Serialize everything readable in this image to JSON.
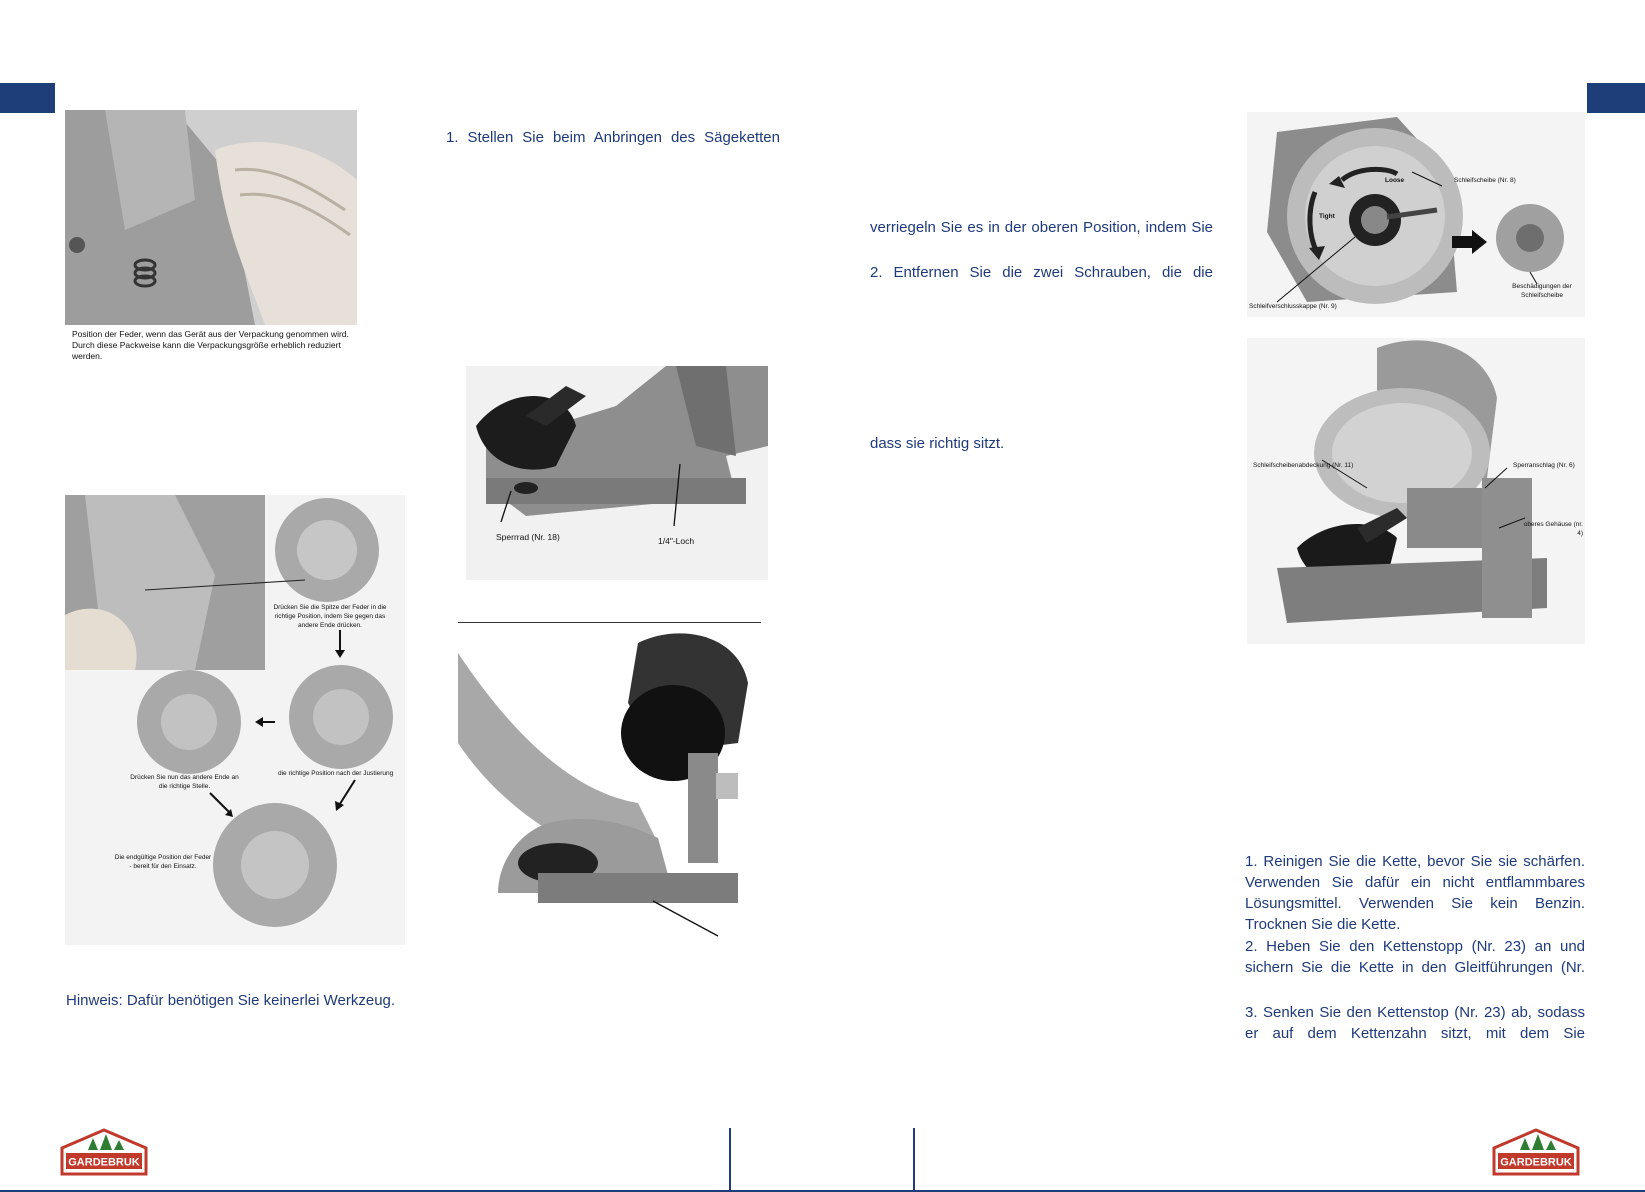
{
  "left_page": {
    "caption_spring": "Position der Feder, wenn das Gerät aus der Verpackung genommen wird. Durch diese Packweise kann die Verpackungsgröße erheblich reduziert werden.",
    "spring_steps": {
      "step1": "Drücken Sie die Spitze der Feder in die richtige Position, indem Sie gegen das andere Ende drücken.",
      "step2": "die richtige Position nach der Justierung",
      "step3": "Drücken Sie nun das andere Ende an die richtige Stelle.",
      "step4": "Die endgültige Position der Feder - bereit für den Einsatz."
    },
    "note": "Hinweis: Dafür benötigen Sie keinerlei Werkzeug.",
    "step1_text": "1.  Stellen  Sie  beim  Anbringen  des  Sägeketten",
    "label_sperrrad": "Sperrrad (Nr. 18)",
    "label_loch": "1/4\"-Loch"
  },
  "right_page": {
    "line_verriegeln": "verriegeln Sie es in der oberen Position, indem Sie",
    "line_entfernen": "2.  Entfernen  Sie  die  zwei  Schrauben,  die  die",
    "line_dass": "dass sie richtig sitzt.",
    "fig1": {
      "loose": "Loose",
      "tight": "Tight",
      "schleifscheibe": "Schleifscheibe (Nr. 8)",
      "verschlusskappe": "Schleifverschlusskappe (Nr. 9)",
      "beschaedigungen": "Beschädigungen der Schleifscheibe"
    },
    "fig2": {
      "abdeckung": "Schleifscheibenabdeckung (Nr. 11)",
      "sperranschlag": "Sperranschlag (Nr. 6)",
      "gehaeuse": "oberes Gehäuse (nr. 4)"
    },
    "instructions": {
      "p1": "1. Reinigen Sie die Kette, bevor Sie sie schärfen. Verwenden Sie dafür ein nicht entflammbares Lösungsmittel. Verwenden Sie kein Benzin. Trocknen Sie die Kette.",
      "p2": "2. Heben Sie den Kettenstopp (Nr. 23) an und sichern Sie die Kette in den Gleitführungen (Nr.",
      "p3": "3. Senken Sie den Kettenstop (Nr. 23) ab, sodass er auf dem Kettenzahn sitzt, mit dem Sie"
    }
  },
  "logo_text": "GARDEBRUK",
  "colors": {
    "accent": "#1e3e7a",
    "logo_red": "#c0392b",
    "logo_green": "#2e7d32"
  }
}
